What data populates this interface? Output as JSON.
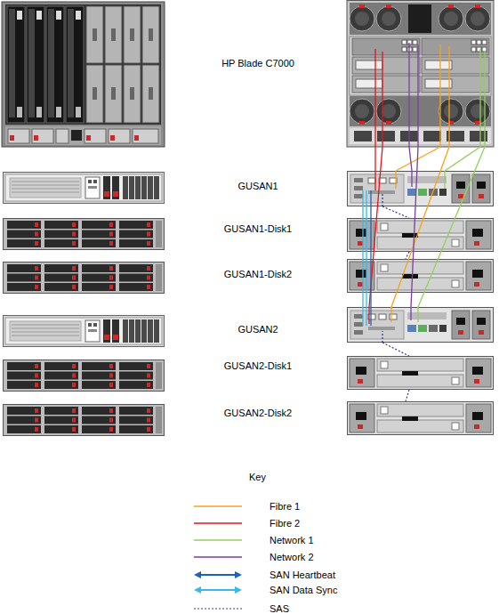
{
  "diagram": {
    "nodes": [
      {
        "text": [
          "HP Blade C7000"
        ]
      },
      {
        "text": [
          "GUSAN1"
        ]
      },
      {
        "text": [
          "GUSAN1-Disk1"
        ]
      },
      {
        "text": [
          "GUSAN1-Disk2"
        ]
      },
      {
        "text": [
          "GUSAN2"
        ]
      },
      {
        "text": [
          "GUSAN2-Disk1"
        ]
      },
      {
        "text": [
          "GUSAN2-Disk2"
        ]
      }
    ],
    "edges": [
      {
        "from": 0,
        "to": 1,
        "arrow": "none"
      },
      {
        "from": 0,
        "to": 1,
        "arrow": "none"
      },
      {
        "from": 0,
        "to": 1,
        "arrow": "none"
      },
      {
        "from": 0,
        "to": 1,
        "arrow": "none"
      },
      {
        "from": 0,
        "to": 4,
        "arrow": "none"
      },
      {
        "from": 0,
        "to": 4,
        "arrow": "none"
      },
      {
        "from": 0,
        "to": 4,
        "arrow": "none"
      },
      {
        "from": 0,
        "to": 4,
        "arrow": "none"
      },
      {
        "from": 1,
        "to": 4,
        "arrow": "none"
      },
      {
        "from": 1,
        "to": 4,
        "arrow": "none"
      },
      {
        "from": 1,
        "to": 4,
        "arrow": "none"
      },
      {
        "from": 1,
        "to": 2,
        "arrow": "none"
      },
      {
        "from": 2,
        "to": 3,
        "arrow": "none"
      },
      {
        "from": 4,
        "to": 5,
        "arrow": "none"
      },
      {
        "from": 5,
        "to": 6,
        "arrow": "none"
      }
    ],
    "labels": [
      "Key"
    ],
    "legend": [
      {
        "text": "Fibre 1"
      },
      {
        "text": "Fibre 2"
      },
      {
        "text": "Network 1"
      },
      {
        "text": "Network 2"
      },
      {
        "text": "SAN Heartbeat"
      },
      {
        "text": "SAN Data Sync"
      },
      {
        "text": "SAS"
      }
    ]
  }
}
